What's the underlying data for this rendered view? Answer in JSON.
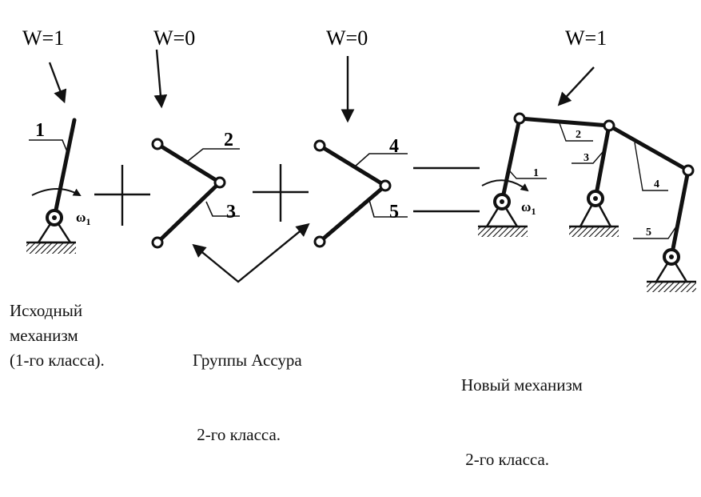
{
  "dof_labels": {
    "w1": "W=1",
    "w2": "W=0",
    "w3": "W=0",
    "w4": "W=1"
  },
  "link_labels": {
    "initial": "1",
    "group1_top": "2",
    "group1_bottom": "3",
    "group2_top": "4",
    "group2_bottom": "5",
    "new": [
      "1",
      "2",
      "3",
      "4",
      "5"
    ]
  },
  "omega_label": "ω",
  "omega_subscript": "1",
  "operators": {
    "plus": "+",
    "equals": "="
  },
  "captions": {
    "initial": [
      "Исходный",
      "механизм",
      "(1-го класса)."
    ],
    "assur": [
      "Группы Ассура",
      " 2-го класса."
    ],
    "new": [
      "Новый механизм",
      " 2-го класса."
    ]
  }
}
